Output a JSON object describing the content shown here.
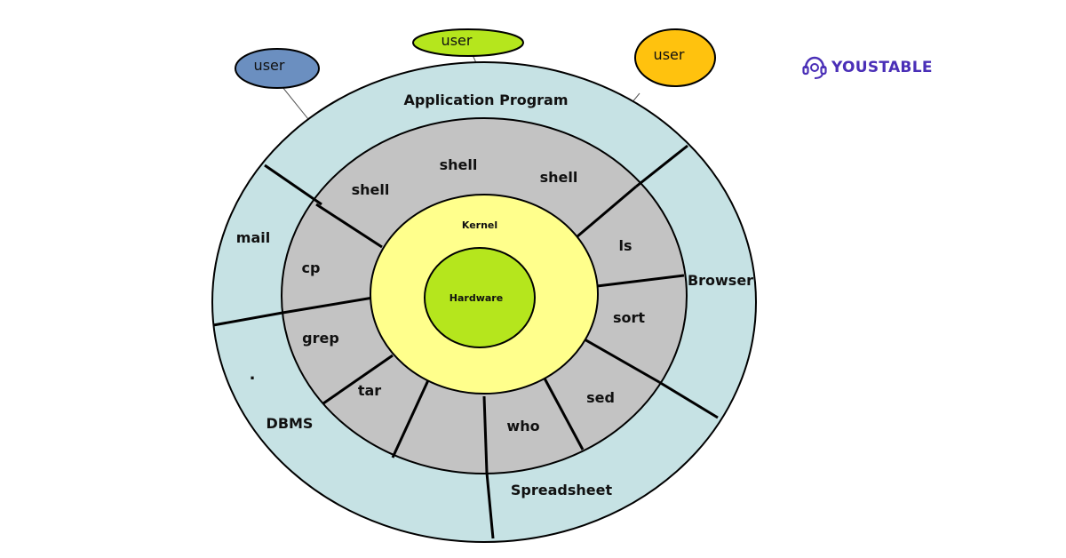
{
  "users": [
    {
      "label": "user",
      "color": "#6b8fc0"
    },
    {
      "label": "user",
      "color": "#b5e61d"
    },
    {
      "label": "user",
      "color": "#ffc20e"
    }
  ],
  "application_ring": {
    "title": "Application Program",
    "labels": [
      "mail",
      "Browser",
      "DBMS",
      "Spreadsheet",
      "."
    ],
    "color": "#c6e2e4"
  },
  "shell_ring": {
    "labels": [
      "shell",
      "shell",
      "shell",
      "cp",
      "ls",
      "grep",
      "sort",
      "tar",
      "sed",
      "who"
    ],
    "color": "#c3c3c3"
  },
  "kernel": {
    "label": "Kernel",
    "color": "#ffff8c"
  },
  "hardware": {
    "label": "Hardware",
    "color": "#b5e61d"
  },
  "brand": {
    "name": "YOUSTABLE",
    "color": "#4a2fb7"
  }
}
